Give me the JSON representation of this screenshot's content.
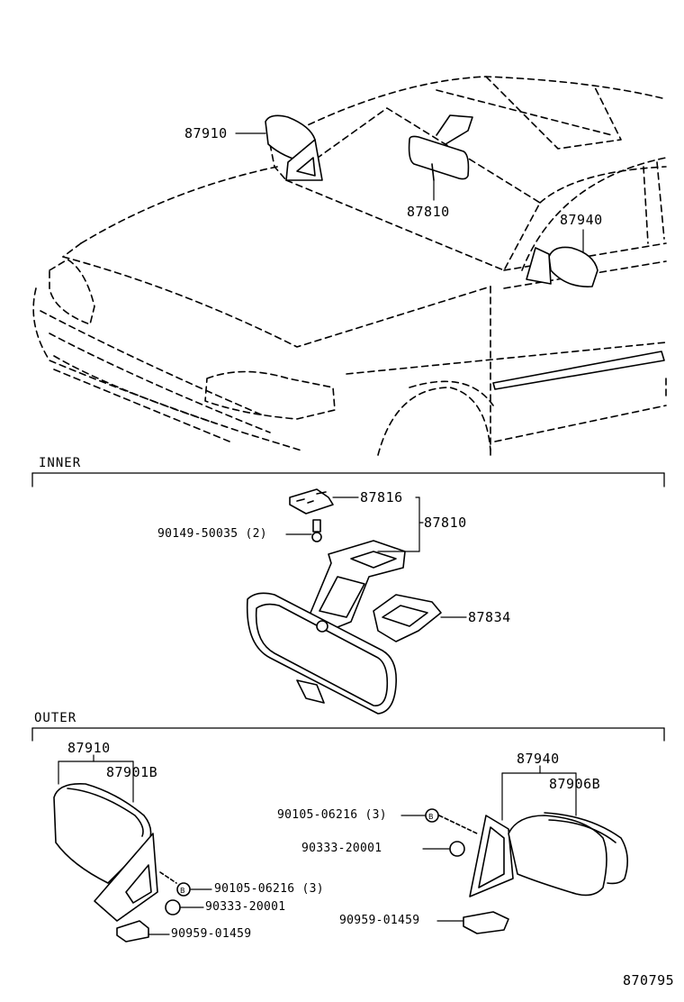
{
  "sections": {
    "inner": "INNER",
    "outer": "OUTER"
  },
  "overview": {
    "left_mirror": "87910",
    "inner_mirror": "87810",
    "right_mirror": "87940"
  },
  "inner": {
    "bracket_clip": "87816",
    "assembly": "87810",
    "screw": "90149-50035 (2)",
    "cover": "87834"
  },
  "outer_left": {
    "assembly": "87910",
    "glass": "87901B",
    "screw": "90105-06216 (3)",
    "cap": "90333-20001",
    "clip": "90959-01459"
  },
  "outer_right": {
    "assembly": "87940",
    "glass": "87906B",
    "screw": "90105-06216 (3)",
    "cap": "90333-20001",
    "clip": "90959-01459"
  },
  "figure_id": "870795"
}
